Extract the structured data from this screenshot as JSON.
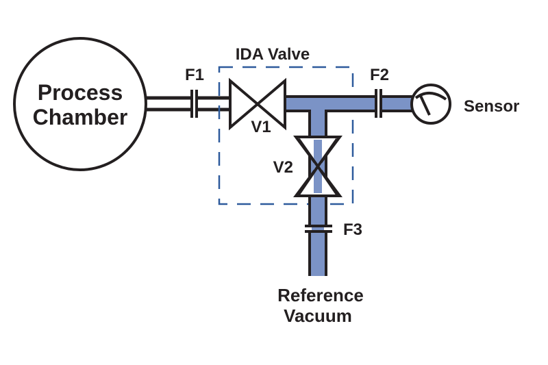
{
  "diagram": {
    "title": "IDA Valve",
    "colors": {
      "line": "#231f20",
      "pipe_fill": "#7b93c6",
      "box_dash": "#2d5a9c",
      "background": "#ffffff"
    },
    "components": {
      "chamber": {
        "line1": "Process",
        "line2": "Chamber",
        "icon": "chamber-circle"
      },
      "sensor": {
        "label": "Sensor",
        "icon": "gauge-icon"
      },
      "reference": {
        "line1": "Reference",
        "line2": "Vacuum"
      },
      "valves": [
        {
          "id": "v1",
          "label": "V1",
          "orientation": "horizontal"
        },
        {
          "id": "v2",
          "label": "V2",
          "orientation": "vertical"
        }
      ],
      "flanges": [
        {
          "id": "f1",
          "label": "F1"
        },
        {
          "id": "f2",
          "label": "F2"
        },
        {
          "id": "f3",
          "label": "F3"
        }
      ]
    }
  }
}
